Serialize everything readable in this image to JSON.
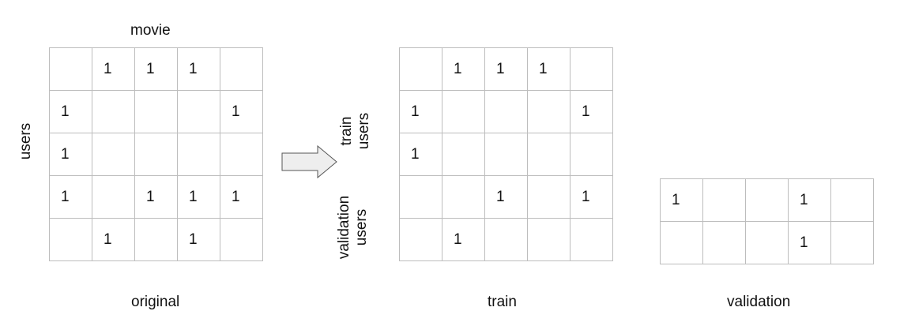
{
  "original": {
    "title": "movie",
    "row_label": "users",
    "caption": "original",
    "matrix": [
      [
        "",
        "1",
        "1",
        "1",
        ""
      ],
      [
        "1",
        "",
        "",
        "",
        "1"
      ],
      [
        "1",
        "",
        "",
        "",
        ""
      ],
      [
        "1",
        "",
        "1",
        "1",
        "1"
      ],
      [
        "",
        "1",
        "",
        "1",
        ""
      ]
    ]
  },
  "train": {
    "train_users_label_line1": "train",
    "train_users_label_line2": "users",
    "validation_users_label_line1": "validation",
    "validation_users_label_line2": "users",
    "caption": "train",
    "matrix": [
      [
        "",
        "1",
        "1",
        "1",
        ""
      ],
      [
        "1",
        "",
        "",
        "",
        "1"
      ],
      [
        "1",
        "",
        "",
        "",
        ""
      ],
      [
        "",
        "",
        "1",
        "",
        "1"
      ],
      [
        "",
        "1",
        "",
        "",
        ""
      ]
    ]
  },
  "validation": {
    "caption": "validation",
    "matrix": [
      [
        "1",
        "",
        "",
        "1",
        ""
      ],
      [
        "",
        "",
        "",
        "1",
        ""
      ]
    ]
  },
  "colors": {
    "grid_line": "#bdbdbd",
    "arrow_fill": "#eeeeee",
    "arrow_stroke": "#555555"
  }
}
